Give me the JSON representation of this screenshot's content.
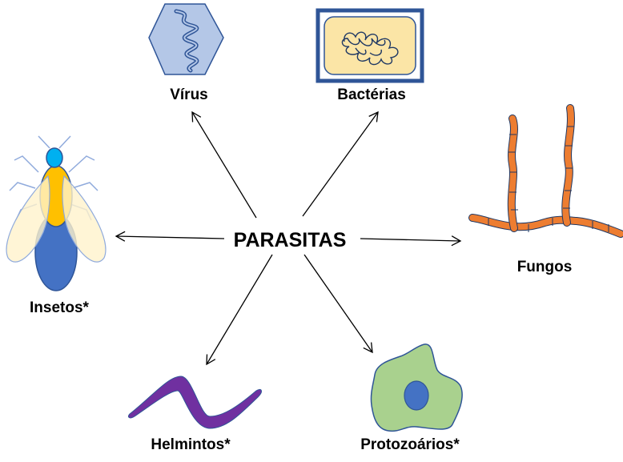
{
  "center": {
    "label": "PARASITAS"
  },
  "nodes": {
    "virus": {
      "label": "Vírus",
      "icon": "virus-icon"
    },
    "bacteria": {
      "label": "Bactérias",
      "icon": "bacterium-icon"
    },
    "fungi": {
      "label": "Fungos",
      "icon": "fungus-hyphae-icon"
    },
    "insects": {
      "label": "Insetos*",
      "icon": "fly-icon"
    },
    "helminths": {
      "label": "Helmintos*",
      "icon": "worm-icon"
    },
    "protozoa": {
      "label": "Protozoários*",
      "icon": "amoeba-icon"
    }
  },
  "colors": {
    "virus_fill": "#b4c7e7",
    "virus_stroke": "#2f5597",
    "bacteria_frame": "#2f5597",
    "bacteria_fill": "#fbe5a6",
    "fungus_fill": "#ed7d31",
    "fly_head": "#00b0f0",
    "fly_thorax": "#ffc000",
    "fly_abdomen": "#4472c4",
    "fly_wing": "#fff2cc",
    "worm_fill": "#7030a0",
    "amoeba_fill": "#a9d18e",
    "amoeba_nucleus": "#4472c4"
  }
}
